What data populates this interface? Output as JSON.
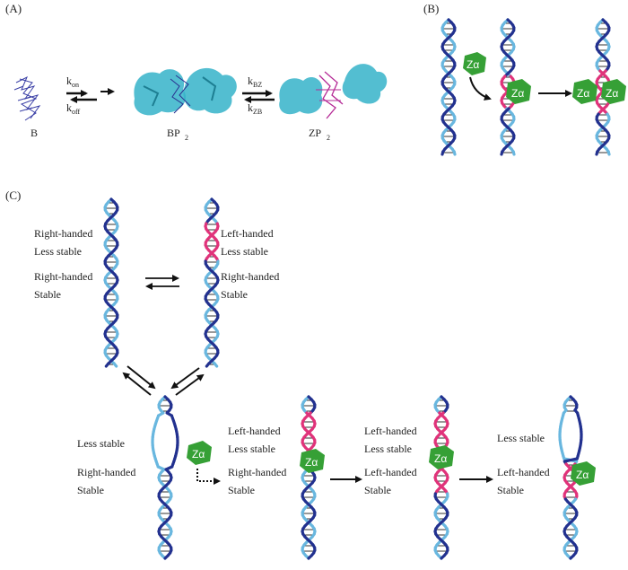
{
  "panels": {
    "a": {
      "label": "(A)",
      "states": {
        "b": "B",
        "bp2": "BP",
        "bp2_sub": "2",
        "zp2": "ZP",
        "zp2_sub": "2"
      },
      "rates": {
        "kon": "k",
        "kon_sub": "on",
        "koff": "k",
        "koff_sub": "off",
        "kbz": "k",
        "kbz_sub": "BZ",
        "kzb": "k",
        "kzb_sub": "ZB"
      }
    },
    "b": {
      "label": "(B)"
    },
    "c": {
      "label": "(C)"
    }
  },
  "protein": {
    "name": "Zα"
  },
  "labels": {
    "right_handed": "Right-handed",
    "left_handed": "Left-handed",
    "less_stable": "Less stable",
    "stable": "Stable"
  },
  "colors": {
    "dna_dark": "#22318f",
    "dna_light": "#69b7df",
    "z_dna": "#e0337a",
    "protein": "#36a036",
    "cyan_protein": "#35b3c9",
    "magenta_dna": "#b52a96"
  }
}
